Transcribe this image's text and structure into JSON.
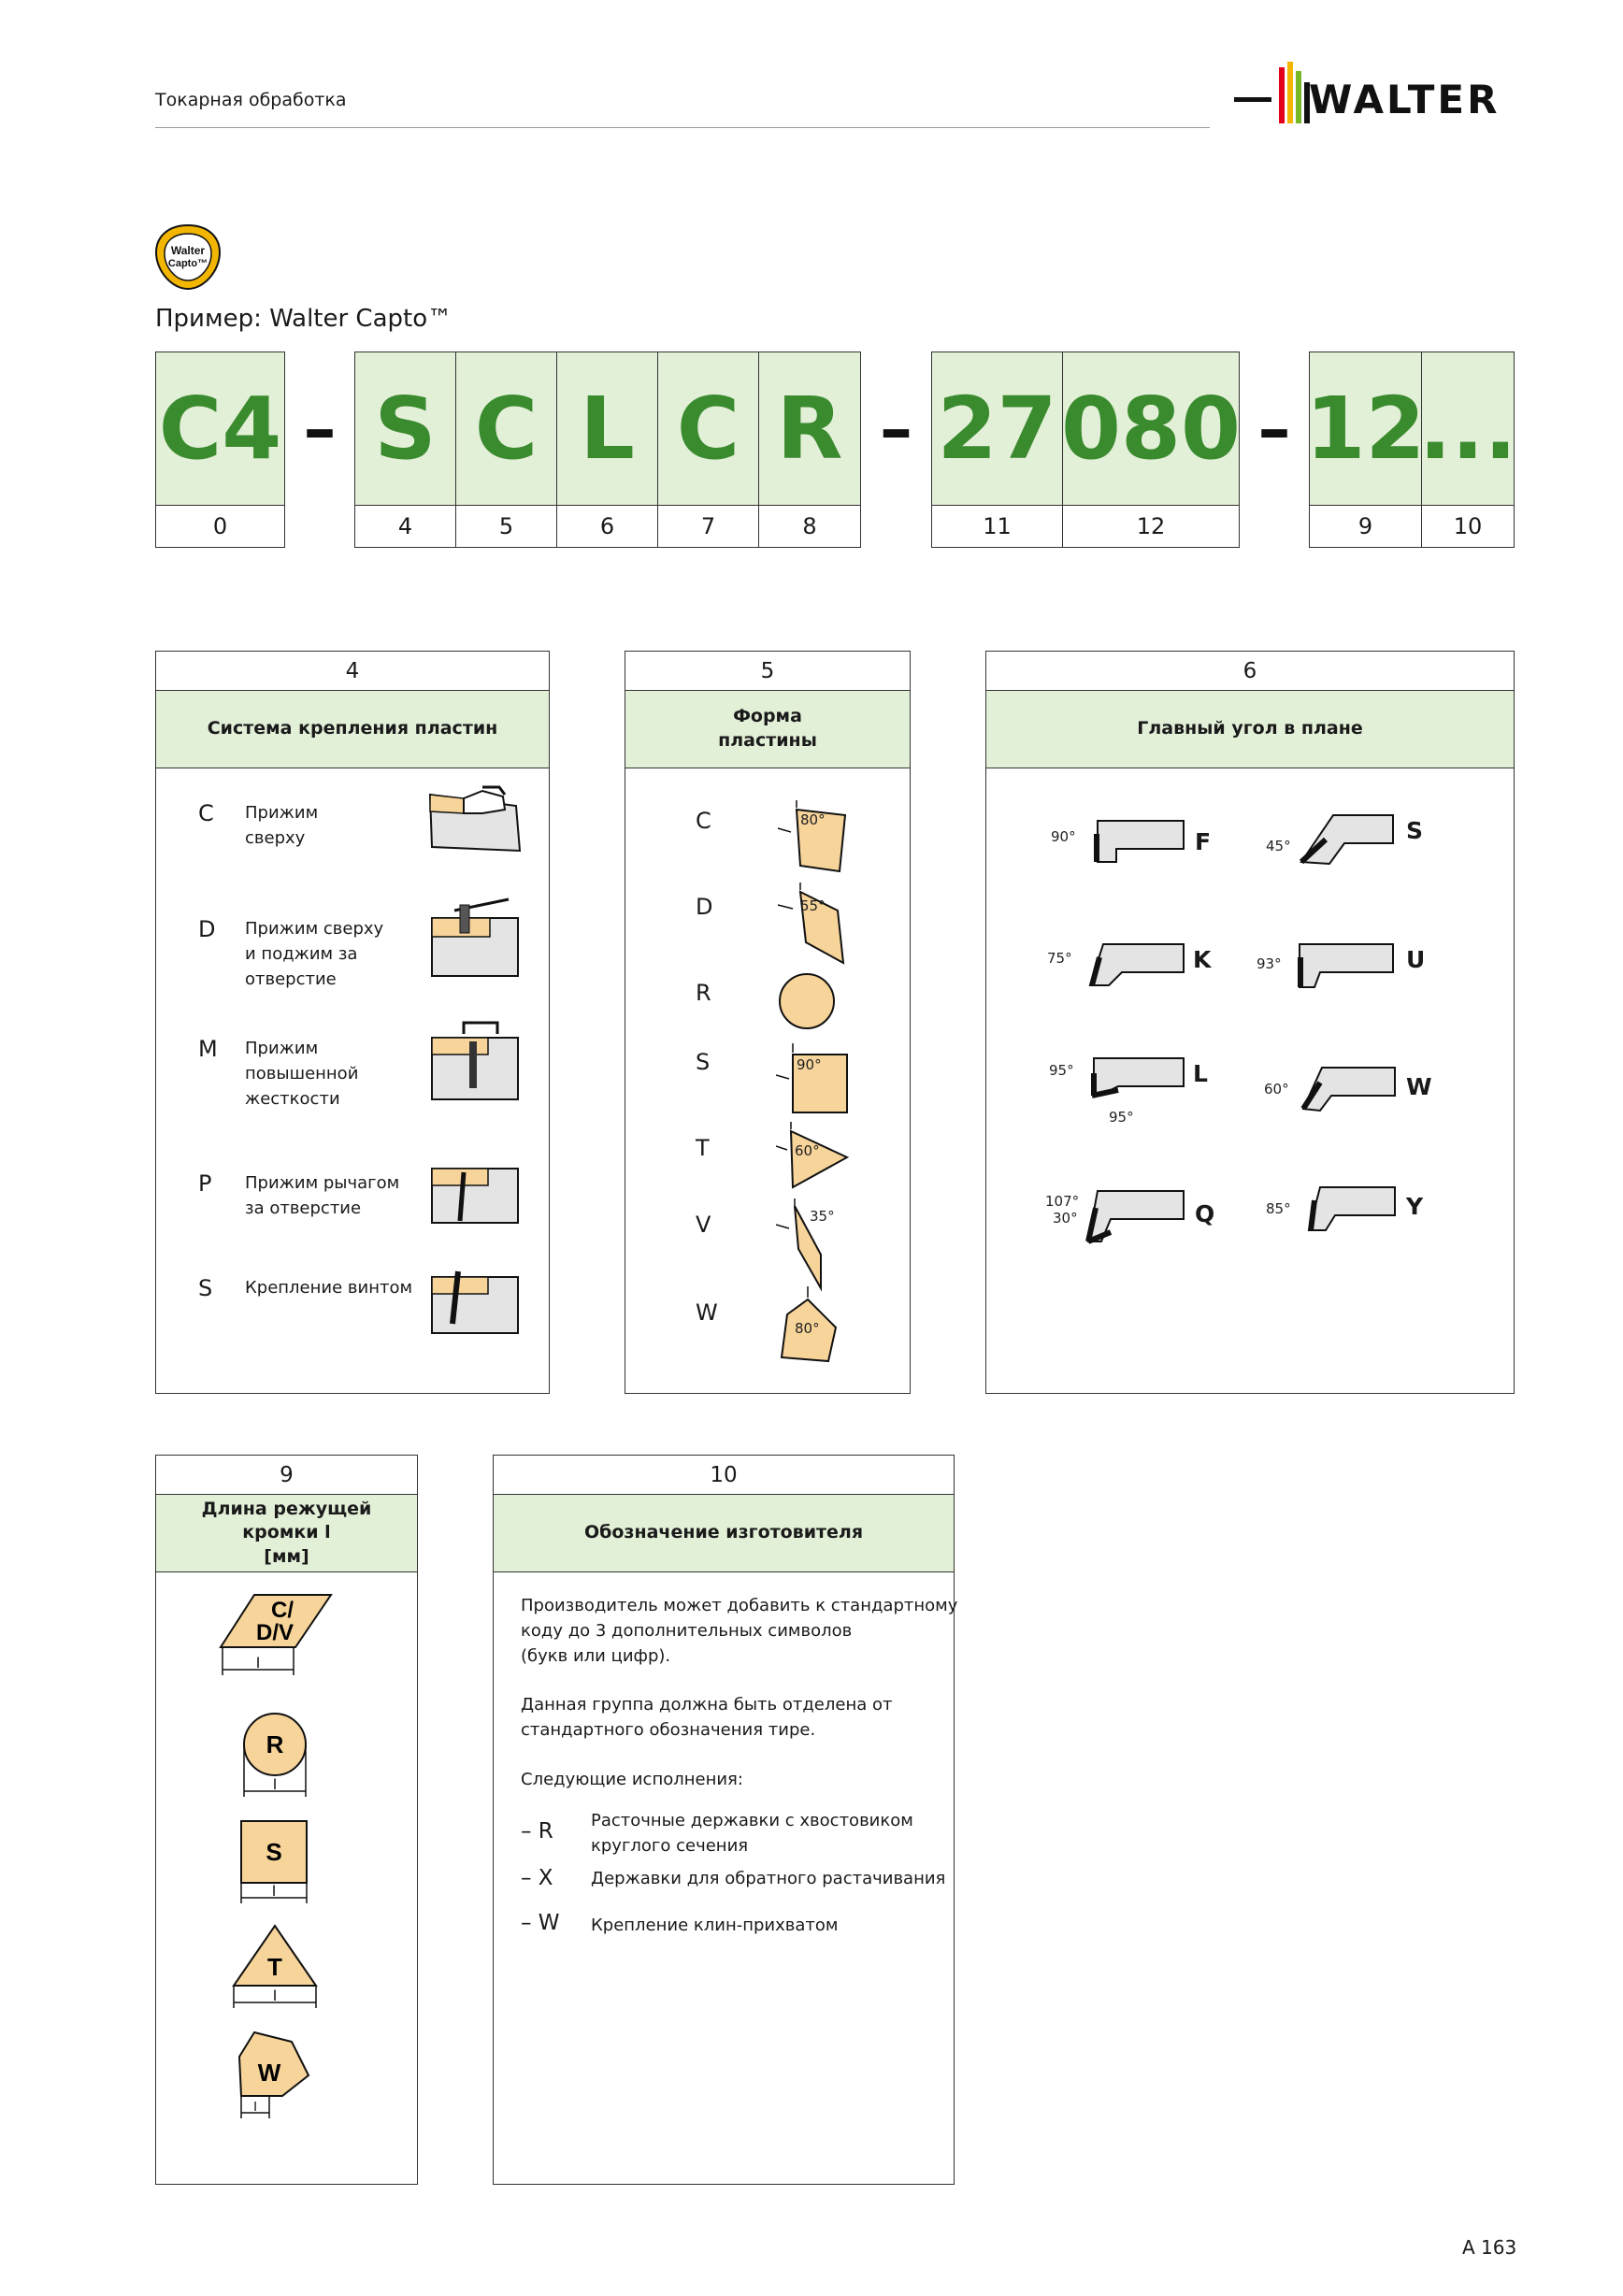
{
  "header": {
    "title": "Токарная обработка",
    "brand": "WALTER"
  },
  "badge": {
    "line1": "Walter",
    "line2": "Capto™"
  },
  "example_title": "Пример: Walter Capto™",
  "code": {
    "dash": "–",
    "segments": [
      {
        "text": "C4",
        "num": "0"
      },
      {
        "text": "S",
        "num": "4"
      },
      {
        "text": "C",
        "num": "5"
      },
      {
        "text": "L",
        "num": "6"
      },
      {
        "text": "C",
        "num": "7"
      },
      {
        "text": "R",
        "num": "8"
      },
      {
        "text": "27",
        "num": "11"
      },
      {
        "text": "080",
        "num": "12"
      },
      {
        "text": "12",
        "num": "9"
      },
      {
        "text": "...",
        "num": "10"
      }
    ]
  },
  "panel4": {
    "num": "4",
    "title": "Система крепления пластин",
    "items": [
      {
        "letter": "C",
        "text": "Прижим\nсверху"
      },
      {
        "letter": "D",
        "text": "Прижим сверху\nи поджим за\nотверстие"
      },
      {
        "letter": "M",
        "text": "Прижим\nповышенной\nжесткости"
      },
      {
        "letter": "P",
        "text": "Прижим рычагом\nза отверстие"
      },
      {
        "letter": "S",
        "text": "Крепление винтом"
      }
    ]
  },
  "panel5": {
    "num": "5",
    "title": "Форма\nпластины",
    "items": [
      {
        "letter": "C",
        "angle": "80°"
      },
      {
        "letter": "D",
        "angle": "55°"
      },
      {
        "letter": "R",
        "angle": ""
      },
      {
        "letter": "S",
        "angle": "90°"
      },
      {
        "letter": "T",
        "angle": "60°"
      },
      {
        "letter": "V",
        "angle": "35°"
      },
      {
        "letter": "W",
        "angle": "80°"
      }
    ]
  },
  "panel6": {
    "num": "6",
    "title": "Главный угол в плане",
    "items": [
      {
        "letter": "F",
        "angle": "90°"
      },
      {
        "letter": "S",
        "angle": "45°"
      },
      {
        "letter": "K",
        "angle": "75°"
      },
      {
        "letter": "U",
        "angle": "93°"
      },
      {
        "letter": "L",
        "angle": "95°",
        "angle2": "95°"
      },
      {
        "letter": "W",
        "angle": "60°"
      },
      {
        "letter": "Q",
        "angle": "107°",
        "angle2": "30°"
      },
      {
        "letter": "Y",
        "angle": "85°"
      }
    ]
  },
  "panel9": {
    "num": "9",
    "title": "Длина режущей кромки l\n[мм]",
    "shapes": [
      {
        "label1": "C/",
        "label2": "D/V",
        "dim": "l"
      },
      {
        "label1": "R",
        "dim": "l"
      },
      {
        "label1": "S",
        "dim": "l"
      },
      {
        "label1": "T",
        "dim": "l"
      },
      {
        "label1": "W",
        "dim": "l"
      }
    ]
  },
  "panel10": {
    "num": "10",
    "title": "Обозначение изготовителя",
    "para1": "Производитель может добавить к стандартному\nкоду до 3 дополнительных символов\n(букв или цифр).",
    "para2": "Данная группа должна быть отделена от\nстандартного обозначения тире.",
    "para3": "Следующие исполнения:",
    "options": [
      {
        "code": "– R",
        "text": "Расточные державки с хвостовиком\nкруглого сечения"
      },
      {
        "code": "– X",
        "text": "Державки для обратного растачивания"
      },
      {
        "code": "– W",
        "text": "Крепление клин-прихватом"
      }
    ]
  },
  "page_number": "A 163",
  "colors": {
    "accent_green": "#3a8a2e",
    "light_green": "#e3f0d8",
    "insert_fill": "#f7d49a"
  }
}
